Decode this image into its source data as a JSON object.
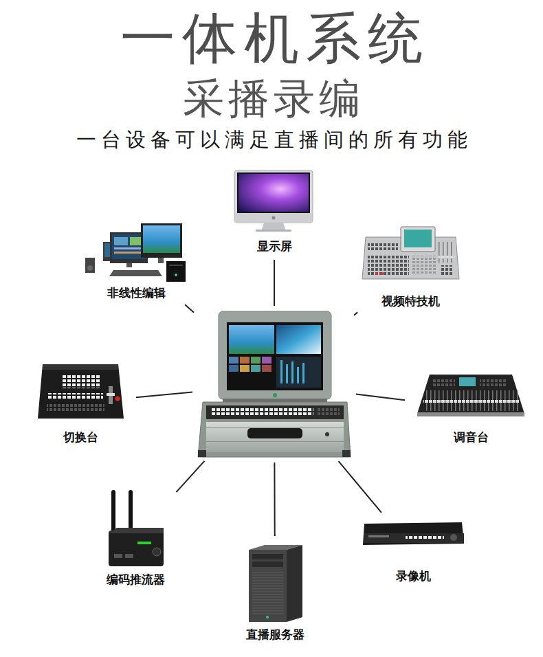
{
  "diagram": {
    "title": "一体机系统",
    "nodes": [
      {
        "text": [
          "显示屏"
        ]
      },
      {
        "text": [
          "非线性编辑"
        ]
      },
      {
        "text": [
          "视频特技机"
        ]
      },
      {
        "text": [
          "切换台"
        ]
      },
      {
        "text": []
      },
      {
        "text": [
          "调音台"
        ]
      },
      {
        "text": [
          "编码推流器"
        ]
      },
      {
        "text": [
          "直播服务器"
        ]
      },
      {
        "text": [
          "录像机"
        ]
      }
    ],
    "edges": [
      {
        "from": 4,
        "to": 0,
        "arrow": "none"
      },
      {
        "from": 4,
        "to": 1,
        "arrow": "none"
      },
      {
        "from": 4,
        "to": 2,
        "arrow": "none"
      },
      {
        "from": 4,
        "to": 3,
        "arrow": "none"
      },
      {
        "from": 4,
        "to": 5,
        "arrow": "none"
      },
      {
        "from": 4,
        "to": 6,
        "arrow": "none"
      },
      {
        "from": 4,
        "to": 7,
        "arrow": "none"
      },
      {
        "from": 4,
        "to": 8,
        "arrow": "none"
      }
    ],
    "labels": [
      "采播录编",
      "一台设备可以满足直播间的所有功能"
    ]
  }
}
